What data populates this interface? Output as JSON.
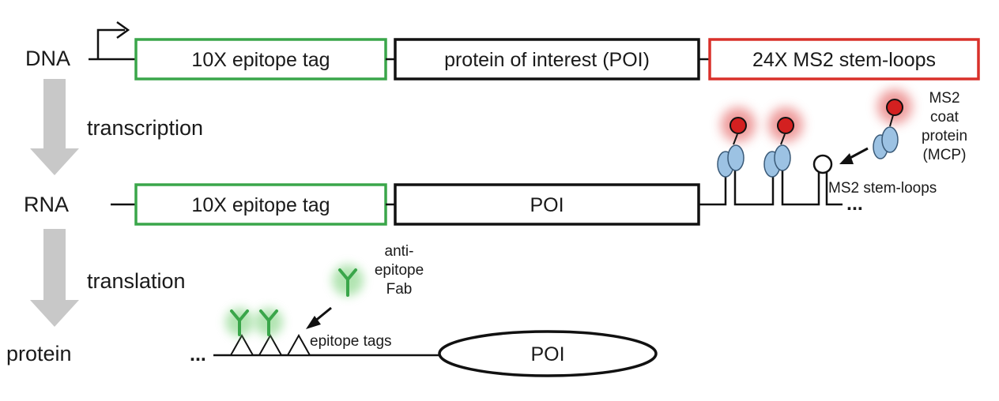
{
  "rows": {
    "dna": "DNA",
    "rna": "RNA",
    "protein": "protein"
  },
  "steps": {
    "transcription": "transcription",
    "translation": "translation"
  },
  "dna_boxes": {
    "epitope": "10X epitope tag",
    "poi": "protein of interest (POI)",
    "ms2": "24X MS2 stem-loops"
  },
  "rna_boxes": {
    "epitope": "10X epitope tag",
    "poi": "POI"
  },
  "protein": {
    "poi": "POI",
    "epitope_tags": "epitope tags",
    "ellipsis": "..."
  },
  "labels": {
    "mcp": [
      "MS2",
      "coat",
      "protein",
      "(MCP)"
    ],
    "stem_loops": "MS2 stem-loops",
    "rna_ellipsis": "...",
    "fab": [
      "anti-",
      "epitope",
      "Fab"
    ]
  },
  "colors": {
    "epitope_box": "#3aa64a",
    "poi_box": "#111111",
    "ms2_box": "#d9302a",
    "fab_green": "#3aa64a",
    "mcp_red": "#d32020",
    "mcp_blue": "#9cc2e3",
    "arrow_gray": "#c8c8c8"
  }
}
